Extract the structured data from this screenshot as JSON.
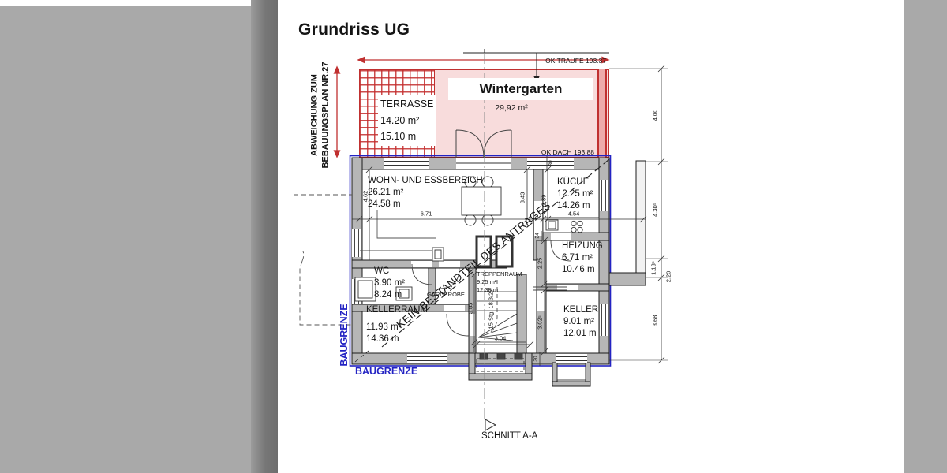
{
  "title": "Grundriss UG",
  "side_note": {
    "line1": "ABWEICHUNG ZUM",
    "line2": "BEBAUUNGSPLAN NR.27"
  },
  "levels": {
    "traufe": "OK TRAUFE 193.37",
    "dach": "OK DACH 193.88"
  },
  "outdoor": {
    "terrasse": {
      "name": "TERRASSE",
      "area": "14.20 m²",
      "perimeter": "15.10 m"
    },
    "wintergarten": {
      "name": "Wintergarten",
      "area": "29,92 m²"
    }
  },
  "rooms": {
    "wohnen": {
      "name": "WOHN- UND ESSBEREICH",
      "area": "26.21 m²",
      "perimeter": "24.58 m"
    },
    "kueche": {
      "name": "KÜCHE",
      "area": "12.25 m²",
      "perimeter": "14.26 m"
    },
    "heizung": {
      "name": "HEIZUNG",
      "area": "6.71 m²",
      "perimeter": "10.46 m"
    },
    "wc": {
      "name": "WC",
      "area": "3.90 m²",
      "perimeter": "8.24 m"
    },
    "garderobe": {
      "name": "GARDEROBE"
    },
    "treppenraum": {
      "name": "TREPPENRAUM",
      "area": "9.25 m²",
      "perimeter": "12.35 m"
    },
    "kellerraum": {
      "name": "KELLERRAUM",
      "area": "11.93 m²",
      "perimeter": "14.36 m"
    },
    "keller": {
      "name": "KELLER",
      "area": "9.01 m²",
      "perimeter": "12.01 m"
    }
  },
  "stairs_label": "15 Stg. 18,3/27",
  "notes": {
    "not_part": "KEIN BESTANDTEIL DES ANTRAGES",
    "baugrenze_left": "BAUGRENZE",
    "baugrenze_bottom": "BAUGRENZE",
    "schnitt": "SCHNITT A-A"
  },
  "dims": {
    "right_1": "4.00",
    "right_2": "4.30⁵",
    "right_3": "1.13⁵",
    "right_4": "2.20",
    "right_5": "3.68",
    "living_width": "6.71",
    "living_height": "4.62",
    "dim_343": "3.43",
    "dim_289": "2.89",
    "kueche_width": "4.54",
    "dim_225": "2.25",
    "dim_385": "3.85",
    "dim_304": "3.04",
    "dim_3025": "3.02⁵",
    "wall_30_top": "30",
    "wall_24": "24",
    "wall_30_bottom": "30"
  },
  "colors": {
    "accent_red": "#c03030",
    "baugrenze_blue": "#2323c3",
    "wall_gray": "#b6b6b6"
  }
}
